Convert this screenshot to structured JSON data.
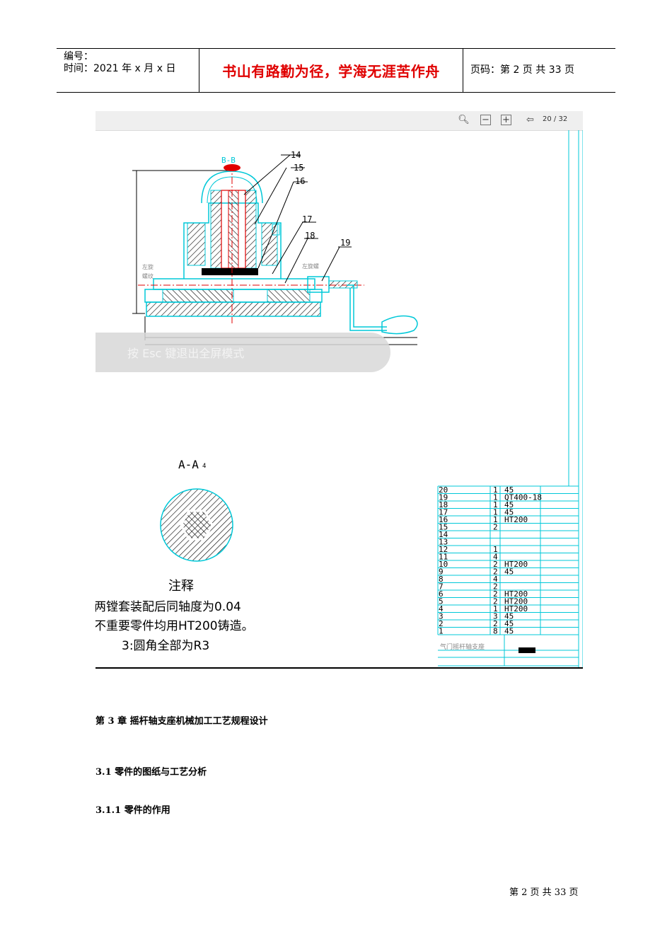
{
  "header": {
    "number_label": "编号：",
    "time_label": "时间：2021 年 x 月 x 日",
    "motto": "书山有路勤为径，学海无涯苦作舟",
    "page_info": "页码：第 2 页 共 33 页"
  },
  "viewer": {
    "page_counter": "20 / 32",
    "esc_hint": "按 Esc 键退出全屏模式"
  },
  "drawing": {
    "section_bb": "B-B",
    "callouts": [
      "14",
      "15",
      "16",
      "17",
      "18",
      "19"
    ],
    "section_aa": "A-A",
    "aa_scale": "4",
    "notes_title": "注释",
    "notes": [
      "两镗套装配后同轴度为0.04",
      "不重要零件均用HT200铸造。",
      "3:圆角全部为R3"
    ],
    "left_labels": [
      "左旋",
      "螺纹"
    ],
    "right_label": "左旋螺",
    "bom": [
      {
        "no": "20",
        "qty": "1",
        "mat": "45"
      },
      {
        "no": "19",
        "qty": "1",
        "mat": "QT400-18"
      },
      {
        "no": "18",
        "qty": "1",
        "mat": "45"
      },
      {
        "no": "17",
        "qty": "1",
        "mat": "45"
      },
      {
        "no": "16",
        "qty": "1",
        "mat": "HT200"
      },
      {
        "no": "15",
        "qty": "2",
        "mat": ""
      },
      {
        "no": "14",
        "qty": "",
        "mat": ""
      },
      {
        "no": "13",
        "qty": "",
        "mat": ""
      },
      {
        "no": "12",
        "qty": "1",
        "mat": ""
      },
      {
        "no": "11",
        "qty": "4",
        "mat": ""
      },
      {
        "no": "10",
        "qty": "2",
        "mat": "HT200"
      },
      {
        "no": "9",
        "qty": "2",
        "mat": "45"
      },
      {
        "no": "8",
        "qty": "4",
        "mat": ""
      },
      {
        "no": "7",
        "qty": "2",
        "mat": ""
      },
      {
        "no": "6",
        "qty": "2",
        "mat": "HT200"
      },
      {
        "no": "5",
        "qty": "2",
        "mat": "HT200"
      },
      {
        "no": "4",
        "qty": "1",
        "mat": "HT200"
      },
      {
        "no": "3",
        "qty": "3",
        "mat": "45"
      },
      {
        "no": "2",
        "qty": "2",
        "mat": "45"
      },
      {
        "no": "1",
        "qty": "8",
        "mat": "45"
      }
    ],
    "title_block": "气门摇杆轴支座"
  },
  "body": {
    "chapter": "第 3 章  摇杆轴支座机械加工工艺规程设计",
    "s31": "3.1 零件的图纸与工艺分析",
    "s311": "3.1.1 零件的作用"
  },
  "footer": "第 2 页 共 33 页"
}
